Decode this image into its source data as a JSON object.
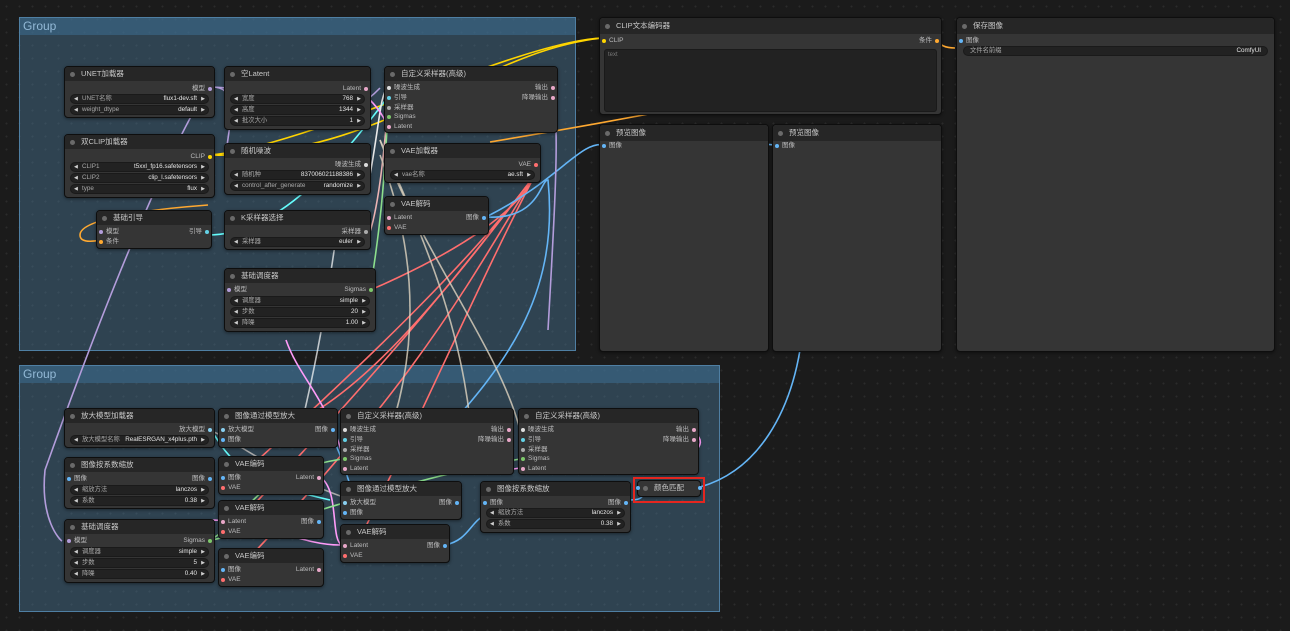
{
  "groups": [
    {
      "title": "Group"
    },
    {
      "title": "Group"
    }
  ],
  "nodes": {
    "unet": {
      "title": "UNET加载器",
      "out": "模型",
      "w1_label": "UNET名称",
      "w1_value": "flux1-dev.sft",
      "w2_label": "weight_dtype",
      "w2_value": "default"
    },
    "latent": {
      "title": "空Latent",
      "out": "Latent",
      "w1_label": "宽度",
      "w1_value": "768",
      "w2_label": "高度",
      "w2_value": "1344",
      "w3_label": "批次大小",
      "w3_value": "1"
    },
    "sampler_top": {
      "title": "自定义采样器(高级)",
      "in1": "噪波生成",
      "in2": "引导",
      "in3": "采样器",
      "in4": "Sigmas",
      "in5": "Latent",
      "out1": "输出",
      "out2": "降噪输出"
    },
    "dualclip": {
      "title": "双CLIP加载器",
      "out": "CLIP",
      "w1_label": "CLIP1",
      "w1_value": "t5xxl_fp16.safetensors",
      "w2_label": "CLIP2",
      "w2_value": "clip_l.safetensors",
      "w3_label": "type",
      "w3_value": "flux"
    },
    "noise": {
      "title": "随机噪波",
      "out": "噪波生成",
      "w1_label": "随机种",
      "w1_value": "837006021188386",
      "w2_label": "control_after_generate",
      "w2_value": "randomize"
    },
    "vaeload": {
      "title": "VAE加载器",
      "out": "VAE",
      "w1_label": "vae名称",
      "w1_value": "ae.sft"
    },
    "guider": {
      "title": "基础引导",
      "in1": "模型",
      "in2": "条件",
      "out": "引导"
    },
    "ksel": {
      "title": "K采样器选择",
      "out": "采样器",
      "w1_label": "采样器",
      "w1_value": "euler"
    },
    "vaedec_top": {
      "title": "VAE解码",
      "in1": "Latent",
      "in2": "VAE",
      "out": "图像"
    },
    "sched_top": {
      "title": "基础调度器",
      "in1": "模型",
      "out": "Sigmas",
      "w1_label": "调度器",
      "w1_value": "simple",
      "w2_label": "步数",
      "w2_value": "20",
      "w3_label": "降噪",
      "w3_value": "1.00"
    },
    "clipenc": {
      "title": "CLIP文本编码器",
      "in1": "CLIP",
      "out": "条件",
      "text": "text"
    },
    "preview1": {
      "title": "预览图像",
      "in1": "图像"
    },
    "preview2": {
      "title": "预览图像",
      "in1": "图像"
    },
    "save": {
      "title": "保存图像",
      "in1": "图像",
      "w1_label": "文件名前缀",
      "w1_value": "ComfyUI"
    },
    "upload": {
      "title": "放大模型加载器",
      "out": "放大模型",
      "w1_label": "放大模型名称",
      "w1_value": "RealESRGAN_x4plus.pth"
    },
    "upscale1": {
      "title": "图像通过模型放大",
      "in1": "放大模型",
      "in2": "图像",
      "out": "图像"
    },
    "sampler_b1": {
      "title": "自定义采样器(高级)",
      "in1": "噪波生成",
      "in2": "引导",
      "in3": "采样器",
      "in4": "Sigmas",
      "in5": "Latent",
      "out1": "输出",
      "out2": "降噪输出"
    },
    "sampler_b2": {
      "title": "自定义采样器(高级)",
      "in1": "噪波生成",
      "in2": "引导",
      "in3": "采样器",
      "in4": "Sigmas",
      "in5": "Latent",
      "out1": "输出",
      "out2": "降噪输出"
    },
    "scale1": {
      "title": "图像按系数缩放",
      "in1": "图像",
      "out": "图像",
      "w1_label": "缩放方法",
      "w1_value": "lanczos",
      "w2_label": "系数",
      "w2_value": "0.38"
    },
    "vaeenc1": {
      "title": "VAE编码",
      "in1": "图像",
      "in2": "VAE",
      "out": "Latent"
    },
    "upscale2": {
      "title": "图像通过模型放大",
      "in1": "放大模型",
      "in2": "图像",
      "out": "图像"
    },
    "scale2": {
      "title": "图像按系数缩放",
      "in1": "图像",
      "out": "图像",
      "w1_label": "缩放方法",
      "w1_value": "lanczos",
      "w2_label": "系数",
      "w2_value": "0.38"
    },
    "colormatch": {
      "title": "颜色匹配",
      "out": ""
    },
    "vaedec_b1": {
      "title": "VAE解码",
      "in1": "Latent",
      "in2": "VAE",
      "out": "图像"
    },
    "sched_b": {
      "title": "基础调度器",
      "in1": "模型",
      "out": "Sigmas",
      "w1_label": "调度器",
      "w1_value": "simple",
      "w2_label": "步数",
      "w2_value": "5",
      "w3_label": "降噪",
      "w3_value": "0.40"
    },
    "vaedec_b2": {
      "title": "VAE解码",
      "in1": "Latent",
      "in2": "VAE",
      "out": "图像"
    },
    "vaeenc2": {
      "title": "VAE编码",
      "in1": "图像",
      "in2": "VAE",
      "out": "Latent"
    }
  },
  "colors": {
    "model": "#b39ddb",
    "clip": "#ffd500",
    "conditioning": "#ffa931",
    "latent": "#ff9cf9",
    "vae": "#ff6e6e",
    "image": "#64b5f6",
    "sampler": "#ecb4b4",
    "guider": "#66ffff",
    "highlight": "#e5261f"
  }
}
